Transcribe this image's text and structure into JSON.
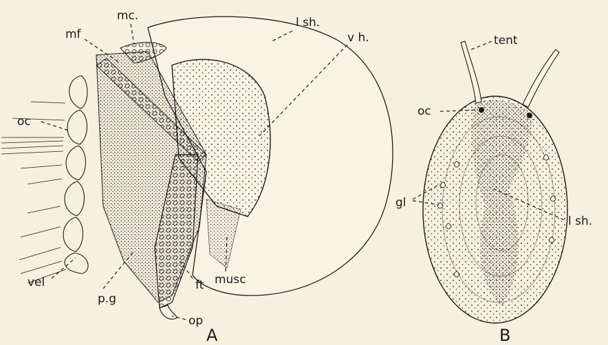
{
  "figure": {
    "panel_a": {
      "panel_label": "A",
      "labels": {
        "mc": "mc.",
        "mf": "mf",
        "lsh": "l sh.",
        "vh": "v h.",
        "oc": "oc",
        "vel": "vel",
        "pg": "p.g",
        "ft": "ft",
        "musc": "musc",
        "op": "op"
      }
    },
    "panel_b": {
      "panel_label": "B",
      "labels": {
        "tent": "tent",
        "oc": "oc",
        "gl": "gl",
        "lsh": "l sh."
      }
    }
  },
  "colors": {
    "paper": "#f6f1df",
    "ink": "#1a1a1a"
  }
}
